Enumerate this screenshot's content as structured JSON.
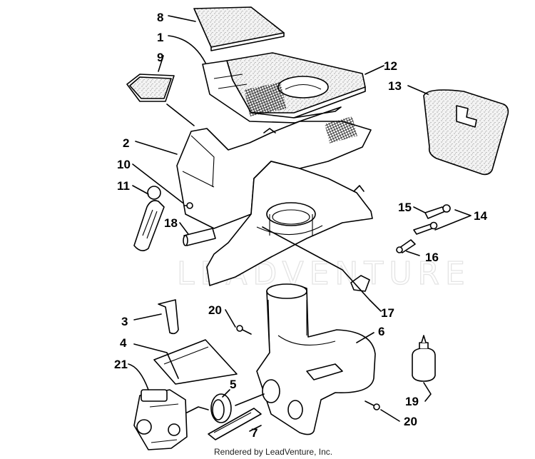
{
  "watermark": "LEADVENTURE",
  "credit": "Rendered by LeadVenture, Inc.",
  "colors": {
    "ink": "#000000",
    "paper": "#ffffff",
    "watermark": "#e4e4e4"
  },
  "callouts": [
    {
      "id": "8",
      "text": "8"
    },
    {
      "id": "1",
      "text": "1"
    },
    {
      "id": "9",
      "text": "9"
    },
    {
      "id": "12",
      "text": "12"
    },
    {
      "id": "13",
      "text": "13"
    },
    {
      "id": "2",
      "text": "2"
    },
    {
      "id": "10",
      "text": "10"
    },
    {
      "id": "11",
      "text": "11"
    },
    {
      "id": "15",
      "text": "15"
    },
    {
      "id": "14",
      "text": "14"
    },
    {
      "id": "18",
      "text": "18"
    },
    {
      "id": "16",
      "text": "16"
    },
    {
      "id": "17",
      "text": "17"
    },
    {
      "id": "3",
      "text": "3"
    },
    {
      "id": "20a",
      "text": "20"
    },
    {
      "id": "6",
      "text": "6"
    },
    {
      "id": "4",
      "text": "4"
    },
    {
      "id": "21",
      "text": "21"
    },
    {
      "id": "5",
      "text": "5"
    },
    {
      "id": "19",
      "text": "19"
    },
    {
      "id": "20b",
      "text": "20"
    },
    {
      "id": "7",
      "text": "7"
    }
  ]
}
